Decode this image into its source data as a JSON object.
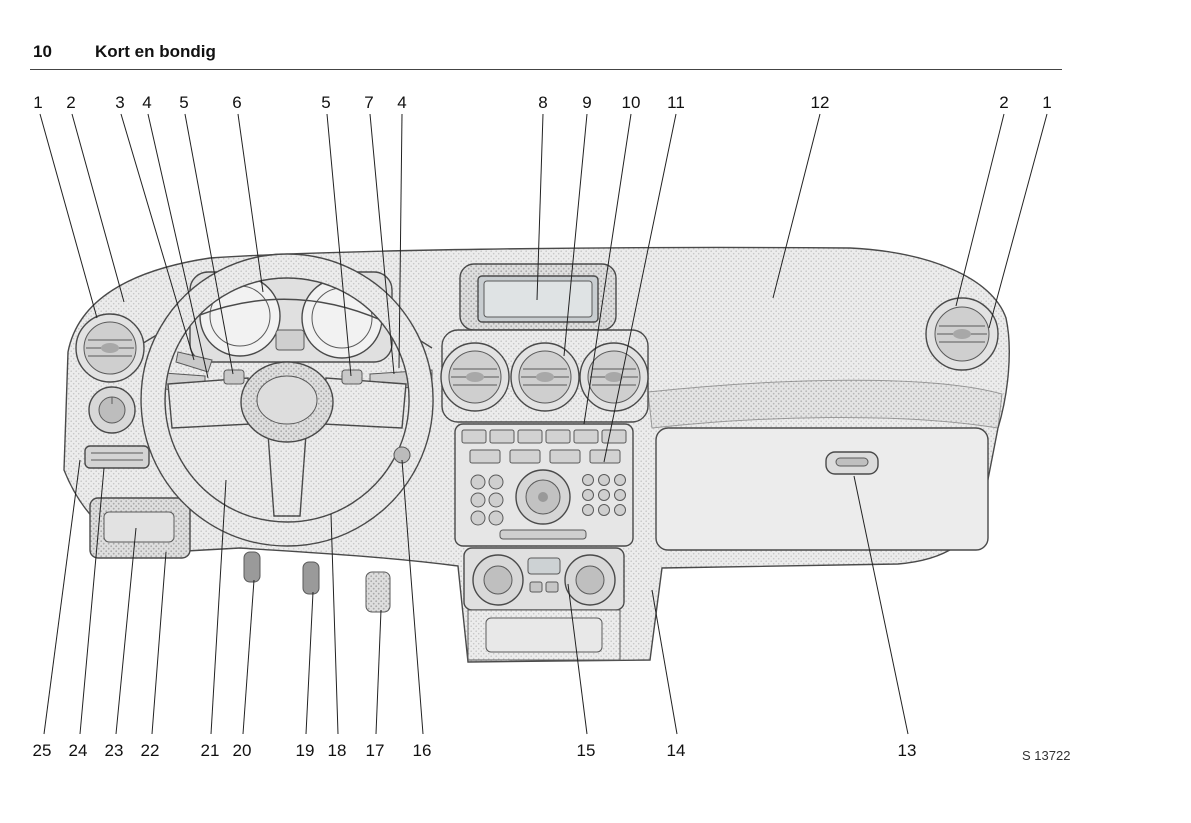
{
  "header": {
    "page_number": "10",
    "title": "Kort en bondig"
  },
  "figure": {
    "code": "S 13722"
  },
  "callouts": {
    "top": [
      "1",
      "2",
      "3",
      "4",
      "5",
      "6",
      "5",
      "7",
      "4",
      "8",
      "9",
      "10",
      "11",
      "12",
      "2",
      "1"
    ],
    "bottom": [
      "25",
      "24",
      "23",
      "22",
      "21",
      "20",
      "19",
      "18",
      "17",
      "16",
      "15",
      "14",
      "13"
    ]
  }
}
